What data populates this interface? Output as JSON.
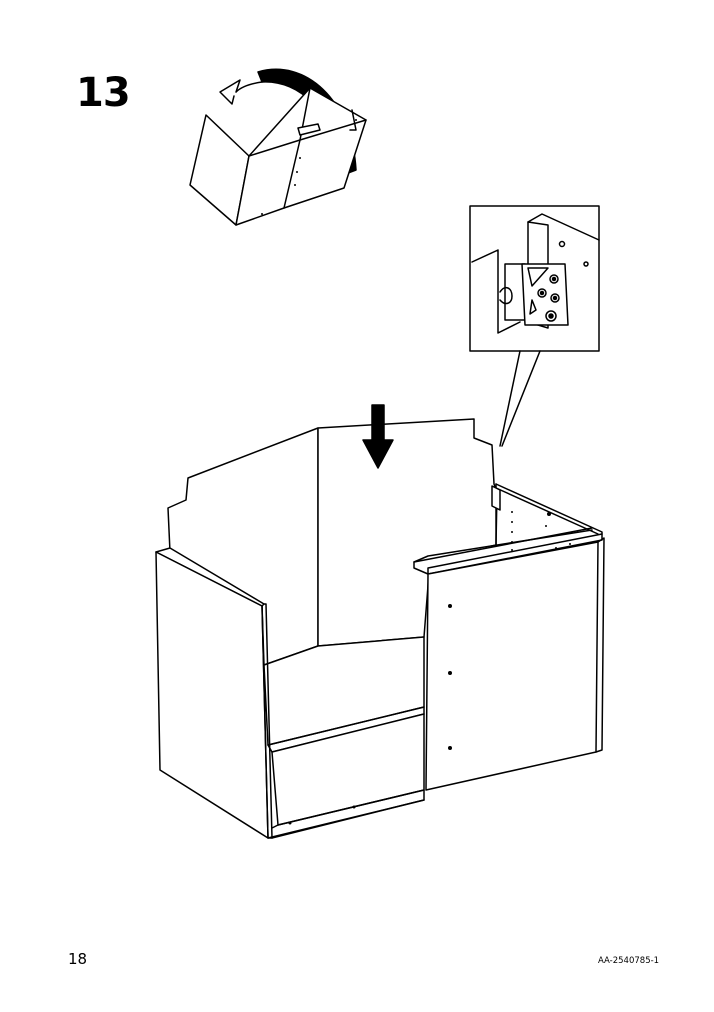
{
  "step": {
    "number": "13"
  },
  "footer": {
    "page_number": "18",
    "document_code": "AA-2540785-1"
  },
  "icons": [
    "rotate-arrow-icon",
    "down-arrow-icon",
    "zoom-callout"
  ]
}
